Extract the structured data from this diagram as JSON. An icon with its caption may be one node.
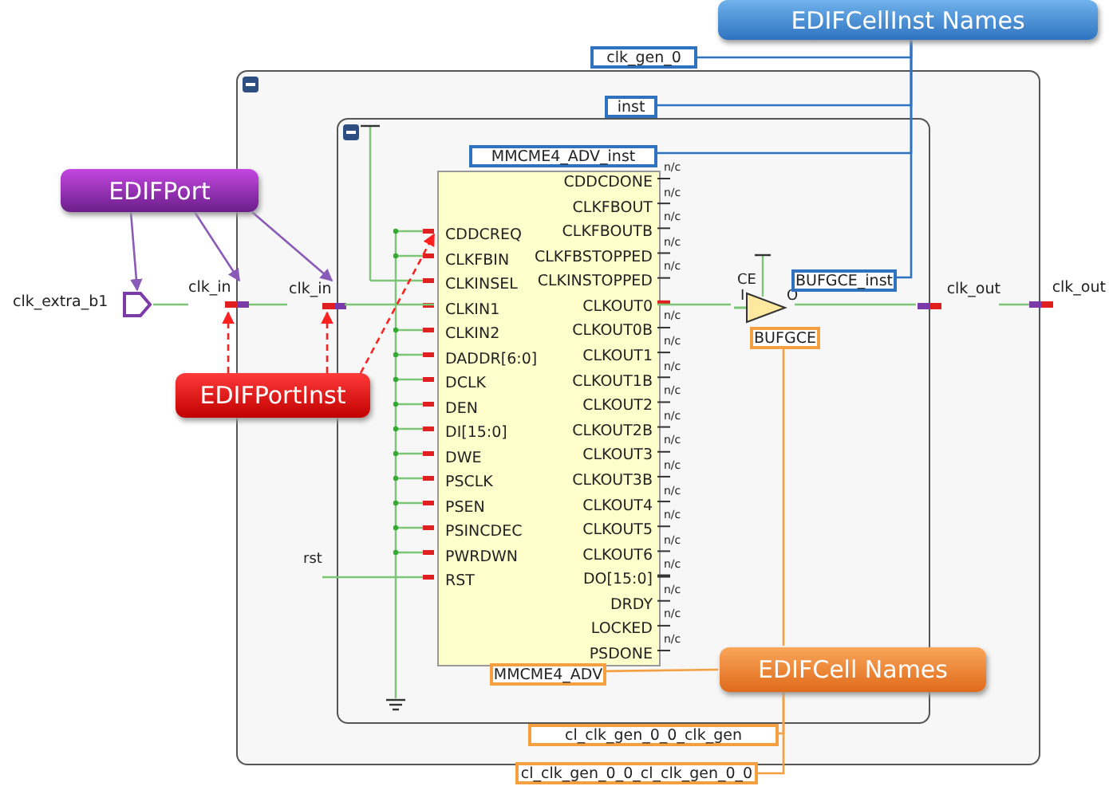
{
  "diagram": {
    "nodes": [
      {
        "text": [],
        "shape": "box"
      },
      {
        "text": [],
        "shape": "box",
        "in": 0
      },
      {
        "text": [
          "CDDCREQ",
          "CLKFBIN",
          "CLKINSEL",
          "CLKIN1",
          "CLKIN2",
          "DADDR[6:0]",
          "DCLK",
          "DEN",
          "DI[15:0]",
          "DWE",
          "PSCLK",
          "PSEN",
          "PSINCDEC",
          "PWRDWN",
          "RST",
          "CDDCDONE",
          "CLKFBOUT",
          "CLKFBOUTB",
          "CLKFBSTOPPED",
          "CLKINSTOPPED",
          "CLKOUT0",
          "CLKOUT0B",
          "CLKOUT1",
          "CLKOUT1B",
          "CLKOUT2",
          "CLKOUT2B",
          "CLKOUT3",
          "CLKOUT3B",
          "CLKOUT4",
          "CLKOUT5",
          "CLKOUT6",
          "DO[15:0]",
          "DRDY",
          "LOCKED",
          "PSDONE"
        ],
        "beside": [
          "n/c",
          "n/c",
          "n/c",
          "n/c",
          "n/c",
          "n/c",
          "n/c",
          "n/c",
          "n/c",
          "n/c",
          "n/c",
          "n/c",
          "n/c",
          "n/c",
          "n/c",
          "n/c",
          "n/c",
          "n/c",
          "n/c"
        ],
        "in": 1
      },
      {
        "text": [
          "clk_extra_b1"
        ]
      },
      {
        "text": [
          "clk_in"
        ]
      },
      {
        "text": [
          "clk_in"
        ],
        "in": 0
      },
      {
        "text": [
          "CE",
          "I",
          "O"
        ],
        "in": 1
      },
      {
        "text": [
          "clk_out"
        ],
        "in": 0
      },
      {
        "text": [
          "clk_out"
        ]
      },
      {
        "text": [
          "EDIFPort"
        ]
      },
      {
        "text": [
          "EDIFPortInst"
        ]
      },
      {
        "text": [
          "EDIFCellInst Names"
        ]
      },
      {
        "text": [
          "EDIFCell Names"
        ],
        "in": 0
      },
      {
        "text": [
          "clk_gen_0"
        ]
      },
      {
        "text": [
          "inst"
        ],
        "in": 0
      },
      {
        "text": [
          "MMCME4_ADV_inst"
        ],
        "in": 1
      },
      {
        "text": [
          "BUFGCE_inst"
        ],
        "in": 1
      },
      {
        "text": [
          "MMCME4_ADV"
        ],
        "in": 1
      },
      {
        "text": [
          "BUFGCE"
        ],
        "in": 1
      },
      {
        "text": [
          "cl_clk_gen_0_0_clk_gen"
        ],
        "in": 0
      },
      {
        "text": [
          "cl_clk_gen_0_0_cl_clk_gen_0_0"
        ]
      }
    ],
    "edges": [
      {
        "from": 3,
        "to": 4,
        "arrow": "none"
      },
      {
        "from": 4,
        "to": 5,
        "arrow": "none"
      },
      {
        "from": 5,
        "to": 2,
        "arrow": "none"
      },
      {
        "from": 2,
        "to": 6,
        "arrow": "none"
      },
      {
        "from": 6,
        "to": 7,
        "arrow": "none"
      },
      {
        "from": 7,
        "to": 8,
        "arrow": "none"
      },
      {
        "from": 9,
        "to": 3,
        "arrow": "to",
        "color": "#8a5ab8"
      },
      {
        "from": 9,
        "to": 4,
        "arrow": "to",
        "color": "#8a5ab8"
      },
      {
        "from": 9,
        "to": 5,
        "arrow": "to",
        "color": "#8a5ab8"
      },
      {
        "from": 10,
        "to": 4,
        "arrow": "to",
        "style": "dashed",
        "color": "#ff2020"
      },
      {
        "from": 10,
        "to": 5,
        "arrow": "to",
        "style": "dashed",
        "color": "#ff2020"
      },
      {
        "from": 10,
        "to": 2,
        "arrow": "to",
        "style": "dashed",
        "color": "#ff2020"
      },
      {
        "from": 11,
        "to": 13,
        "arrow": "none",
        "color": "#2f73c0"
      },
      {
        "from": 11,
        "to": 14,
        "arrow": "none",
        "color": "#2f73c0"
      },
      {
        "from": 11,
        "to": 15,
        "arrow": "none",
        "color": "#2f73c0"
      },
      {
        "from": 11,
        "to": 16,
        "arrow": "none",
        "color": "#2f73c0"
      },
      {
        "from": 12,
        "to": 17,
        "arrow": "none",
        "color": "#f5a040"
      },
      {
        "from": 12,
        "to": 18,
        "arrow": "none",
        "color": "#f5a040"
      },
      {
        "from": 12,
        "to": 19,
        "arrow": "none",
        "color": "#f5a040"
      },
      {
        "from": 12,
        "to": 20,
        "arrow": "none",
        "color": "#f5a040"
      }
    ],
    "labels": [
      "rst"
    ]
  }
}
